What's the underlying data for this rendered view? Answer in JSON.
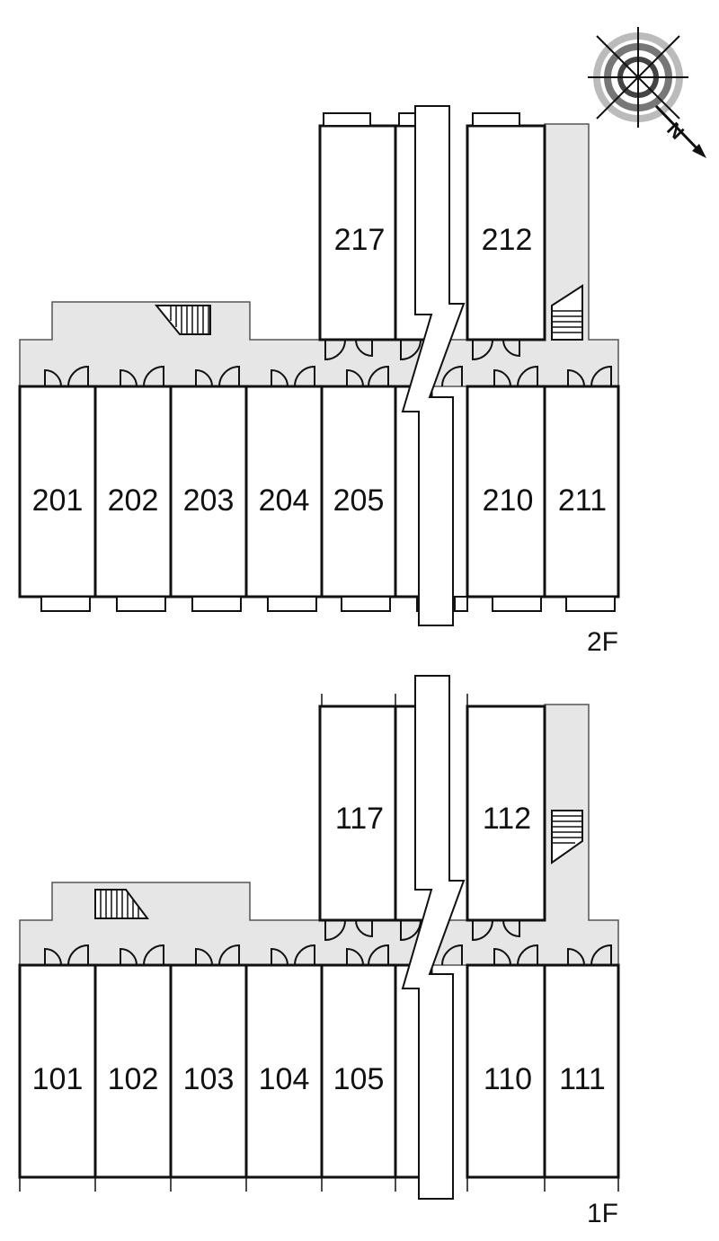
{
  "floors": [
    {
      "label": "2F",
      "rooms": {
        "front": [
          "201",
          "202",
          "203",
          "204",
          "205",
          "",
          "210",
          "211"
        ],
        "back": [
          "217",
          "212"
        ]
      }
    },
    {
      "label": "1F",
      "rooms": {
        "front": [
          "101",
          "102",
          "103",
          "104",
          "105",
          "",
          "110",
          "111"
        ],
        "back": [
          "117",
          "112"
        ]
      }
    }
  ],
  "compass": {
    "north_label": "N"
  },
  "colors": {
    "corridor": "#e6e6e6",
    "wall": "#111111",
    "balcony": "#ffffff",
    "hatch": "#888888"
  }
}
